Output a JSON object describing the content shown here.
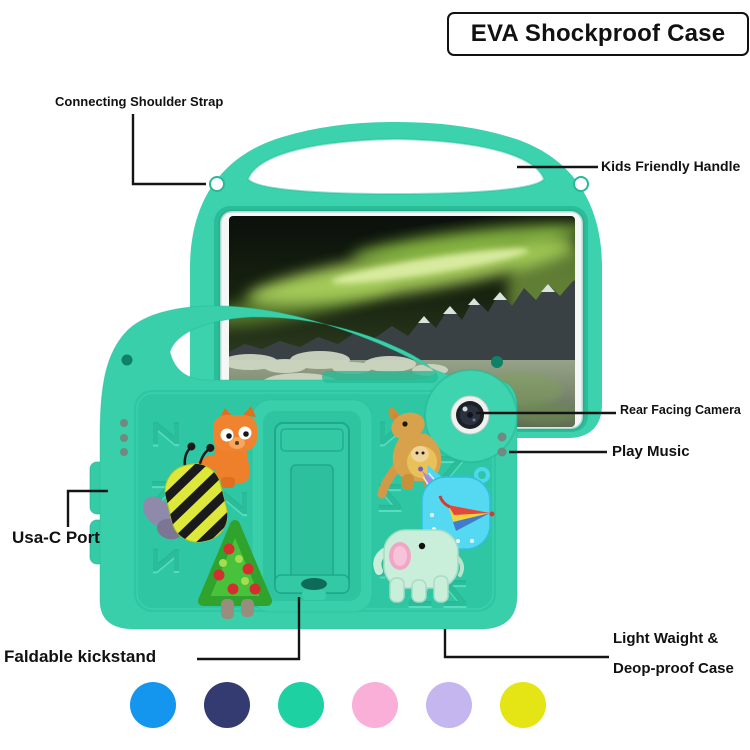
{
  "title": "EVA Shockproof Case",
  "callouts": {
    "shoulder_strap": "Connecting Shoulder Strap",
    "handle": "Kids Friendly Handle",
    "camera": "Rear Facing Camera",
    "speaker": "Play Music",
    "port": "Usa-C Port",
    "kickstand": "Faldable kickstand",
    "weight_line1": "Light Waight &",
    "weight_line2": "Deop-proof Case"
  },
  "case": {
    "color_hex": "#38CFAA",
    "emboss_letter": "Z",
    "emboss_positions": [
      [
        163,
        433,
        90,
        0
      ],
      [
        231,
        441,
        0,
        1
      ],
      [
        390,
        433,
        90,
        1
      ],
      [
        452,
        472,
        0,
        0
      ],
      [
        163,
        497,
        0,
        0
      ],
      [
        231,
        503,
        90,
        0
      ],
      [
        390,
        500,
        0,
        1
      ],
      [
        462,
        525,
        90,
        0
      ],
      [
        163,
        560,
        90,
        1
      ],
      [
        238,
        567,
        0,
        0
      ],
      [
        390,
        565,
        90,
        0
      ],
      [
        455,
        596,
        0,
        1
      ],
      [
        420,
        596,
        0,
        0
      ]
    ]
  },
  "color_options": [
    {
      "name": "blue",
      "hex": "#1496EE"
    },
    {
      "name": "navy",
      "hex": "#333B70"
    },
    {
      "name": "teal",
      "hex": "#1ED1A3"
    },
    {
      "name": "pink",
      "hex": "#F9AFD7"
    },
    {
      "name": "lavender",
      "hex": "#C5B6EF"
    },
    {
      "name": "yellow",
      "hex": "#E5E414"
    }
  ]
}
